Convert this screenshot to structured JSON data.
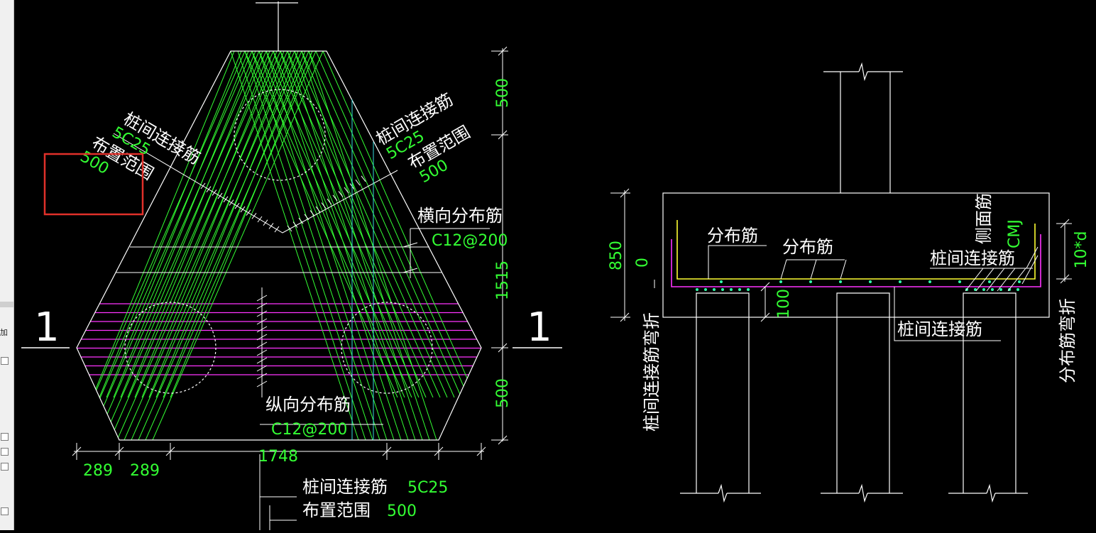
{
  "sidebar": {
    "label": "加"
  },
  "colors": {
    "background": "#000000",
    "line": "#ffffff",
    "rebar_green": "#33ff33",
    "magenta": "#ff33ff",
    "yellow": "#ffff33",
    "cyan": "#33dddd",
    "highlight_box": "#e0302a"
  },
  "plan": {
    "section_mark_left": "1",
    "section_mark_right": "1",
    "label_left_name": "桩间连接筋",
    "label_left_spec": "5C25",
    "label_left_range": "布置范围",
    "label_left_range_value": "500",
    "label_right_name": "桩间连接筋",
    "label_right_spec": "5C25",
    "label_right_range": "布置范围",
    "label_right_range_value": "500",
    "transverse_label": "横向分布筋",
    "transverse_spec": "C12@200",
    "longitudinal_label": "纵向分布筋",
    "longitudinal_spec": "C12@200",
    "bottom_label_name": "桩间连接筋",
    "bottom_label_spec": "5C25",
    "bottom_label_range": "布置范围",
    "bottom_label_range_value": "500",
    "dim_right_top": "500",
    "dim_right_mid": "1515",
    "dim_right_bottom": "500",
    "dim_bottom_1": "289",
    "dim_bottom_2": "289",
    "dim_bottom_total": "1748"
  },
  "section": {
    "dist_label_1": "分布筋",
    "dist_label_2": "分布筋",
    "side_label": "侧面筋",
    "side_spec": "CMJ",
    "pile_conn_label_top": "桩间连接筋",
    "pile_conn_label_bottom": "桩间连接筋",
    "left_vertical_label": "桩间连接筋弯折",
    "right_vertical_label": "分布筋弯折",
    "dim_850": "850",
    "dim_0": "0",
    "dim_100": "100",
    "dim_10d": "10*d"
  }
}
